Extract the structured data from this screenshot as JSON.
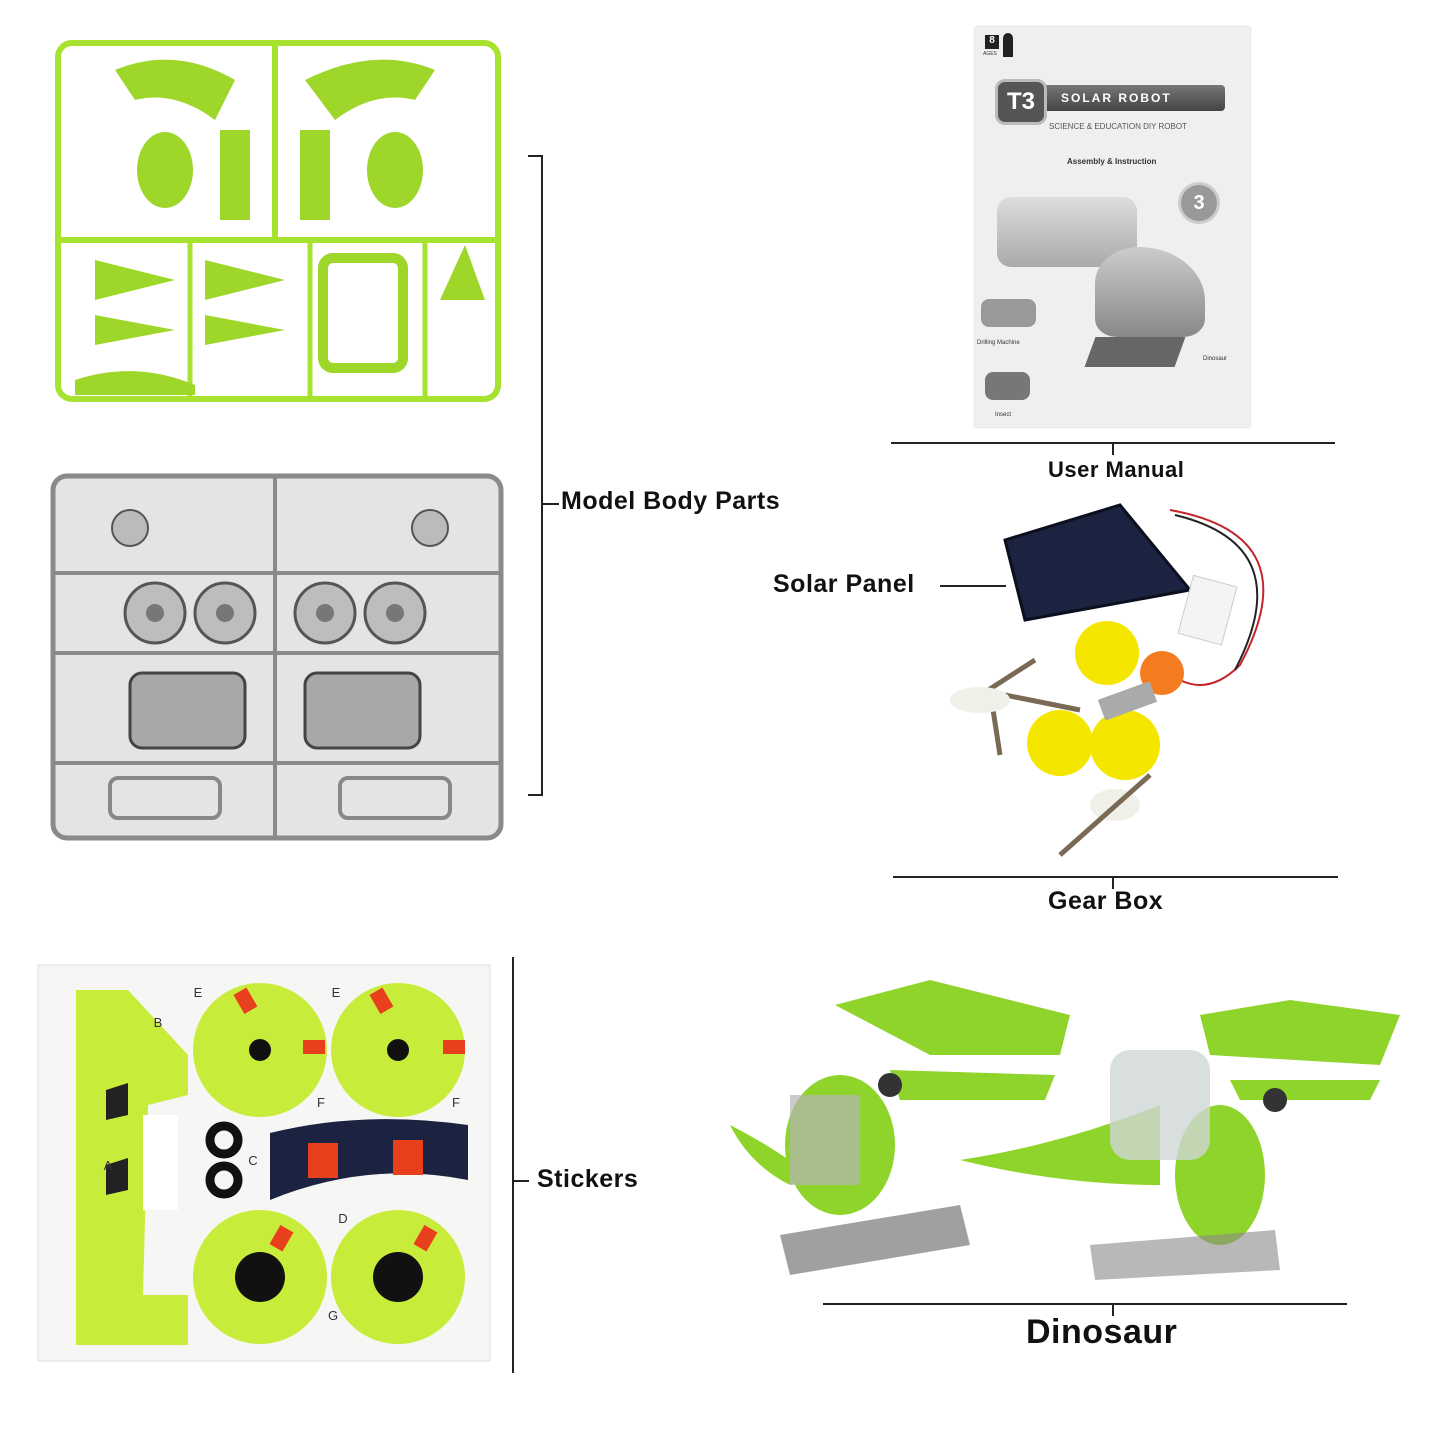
{
  "labels": {
    "model_body_parts": "Model Body Parts",
    "user_manual": "User Manual",
    "solar_panel": "Solar Panel",
    "gear_box": "Gear Box",
    "stickers": "Stickers",
    "dinosaur": "Dinosaur"
  },
  "manual": {
    "age": "8",
    "age_label": "AGES",
    "badge": "T3",
    "title": "SOLAR ROBOT",
    "subtitle": "SCIENCE & EDUCATION DIY ROBOT",
    "heading": "Assembly & Instruction",
    "count": "3",
    "models": [
      "Drilling Machine",
      "Insect",
      "Dinosaur"
    ]
  },
  "sticker_letters": [
    "B",
    "E",
    "E",
    "A",
    "C",
    "F",
    "F",
    "D",
    "G"
  ],
  "colors": {
    "lime": "#a6e22e",
    "grey_plastic": "#8a8a8a",
    "gear_yellow": "#f5e600",
    "gear_orange": "#f47b20",
    "sticker_red": "#e8401c",
    "navy": "#1c2340"
  }
}
